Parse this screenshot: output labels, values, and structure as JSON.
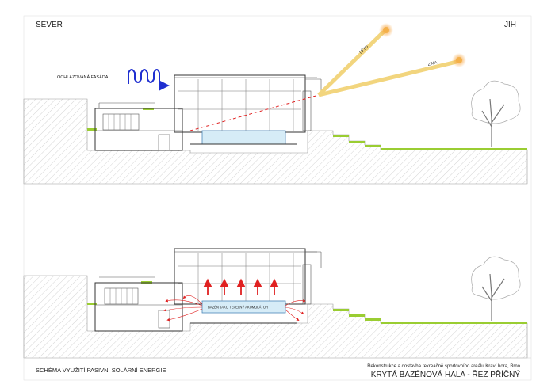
{
  "orientation": {
    "north": "SEVER",
    "south": "JIH"
  },
  "top_section": {
    "facade_label": "OCHLAZOVANÁ FASÁDA",
    "sun_summer": "LÉTO",
    "sun_winter": "ZIMA"
  },
  "bottom_section": {
    "pool_label": "BAZÉN JAKO TEPELNÝ AKUMULÁTOR"
  },
  "footer": {
    "scheme_title": "SCHÉMA VYUŽITÍ PASIVNÍ SOLÁRNÍ ENERGIE",
    "project_name": "Rekonstrukce a dostavba rekreačně sportovního areálu Kraví hora, Brno",
    "drawing_title": "KRYTÁ BAZÉNOVÁ HALA - ŘEZ PŘÍČNÝ"
  },
  "colors": {
    "green": "#9acd32",
    "pool": "#d6ecf7",
    "sun": "#f2d57e",
    "red": "#e02020",
    "blue": "#1f2fd0"
  }
}
